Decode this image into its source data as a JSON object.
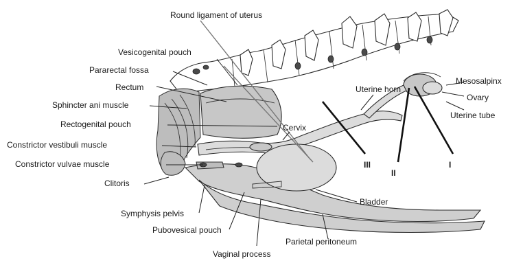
{
  "labels": {
    "round_ligament": "Round ligament of uterus",
    "vesicogenital_pouch": "Vesicogenital pouch",
    "pararectal_fossa": "Pararectal fossa",
    "rectum": "Rectum",
    "sphincter_ani": "Sphincter ani muscle",
    "rectogenital_pouch": "Rectogenital pouch",
    "constrictor_vestibuli": "Constrictor vestibuli muscle",
    "constrictor_vulvae": "Constrictor vulvae muscle",
    "clitoris": "Clitoris",
    "symphysis_pelvis": "Symphysis pelvis",
    "pubovesical_pouch": "Pubovesical pouch",
    "vaginal_process": "Vaginal process",
    "parietal_peritoneum": "Parietal peritoneum",
    "bladder": "Bladder",
    "cervix": "Cervix",
    "uterine_horn": "Uterine horn",
    "mesosalpinx": "Mesosalpinx",
    "ovary": "Ovary",
    "uterine_tube": "Uterine tube",
    "section_3": "III",
    "section_2": "II",
    "section_1": "I"
  }
}
